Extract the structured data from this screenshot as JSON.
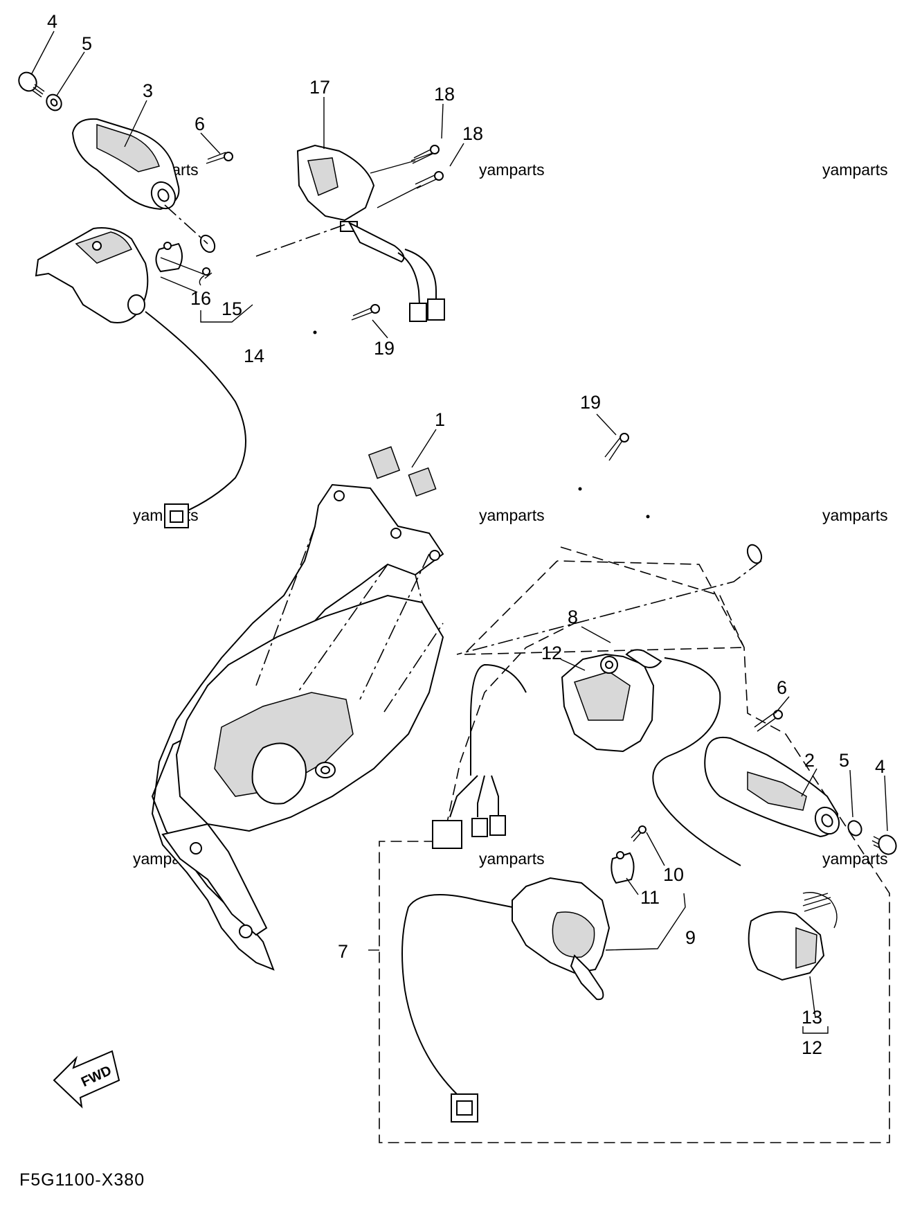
{
  "diagram": {
    "part_code": "F5G1100-X380",
    "watermark": "yamparts",
    "fwd_label": "FWD",
    "callouts": [
      {
        "id": "c4-left",
        "label": "4"
      },
      {
        "id": "c5-left",
        "label": "5"
      },
      {
        "id": "c3",
        "label": "3"
      },
      {
        "id": "c6-left",
        "label": "6"
      },
      {
        "id": "c17",
        "label": "17"
      },
      {
        "id": "c18-a",
        "label": "18"
      },
      {
        "id": "c18-b",
        "label": "18"
      },
      {
        "id": "c15",
        "label": "15"
      },
      {
        "id": "c16",
        "label": "16"
      },
      {
        "id": "c14",
        "label": "14"
      },
      {
        "id": "c19-a",
        "label": "19"
      },
      {
        "id": "c19-b",
        "label": "19"
      },
      {
        "id": "c1",
        "label": "1"
      },
      {
        "id": "c8",
        "label": "8"
      },
      {
        "id": "c12-a",
        "label": "12"
      },
      {
        "id": "c6-right",
        "label": "6"
      },
      {
        "id": "c2",
        "label": "2"
      },
      {
        "id": "c5-right",
        "label": "5"
      },
      {
        "id": "c4-right",
        "label": "4"
      },
      {
        "id": "c10",
        "label": "10"
      },
      {
        "id": "c11",
        "label": "11"
      },
      {
        "id": "c9",
        "label": "9"
      },
      {
        "id": "c7",
        "label": "7"
      },
      {
        "id": "c13",
        "label": "13"
      },
      {
        "id": "c12-b",
        "label": "12"
      }
    ]
  }
}
